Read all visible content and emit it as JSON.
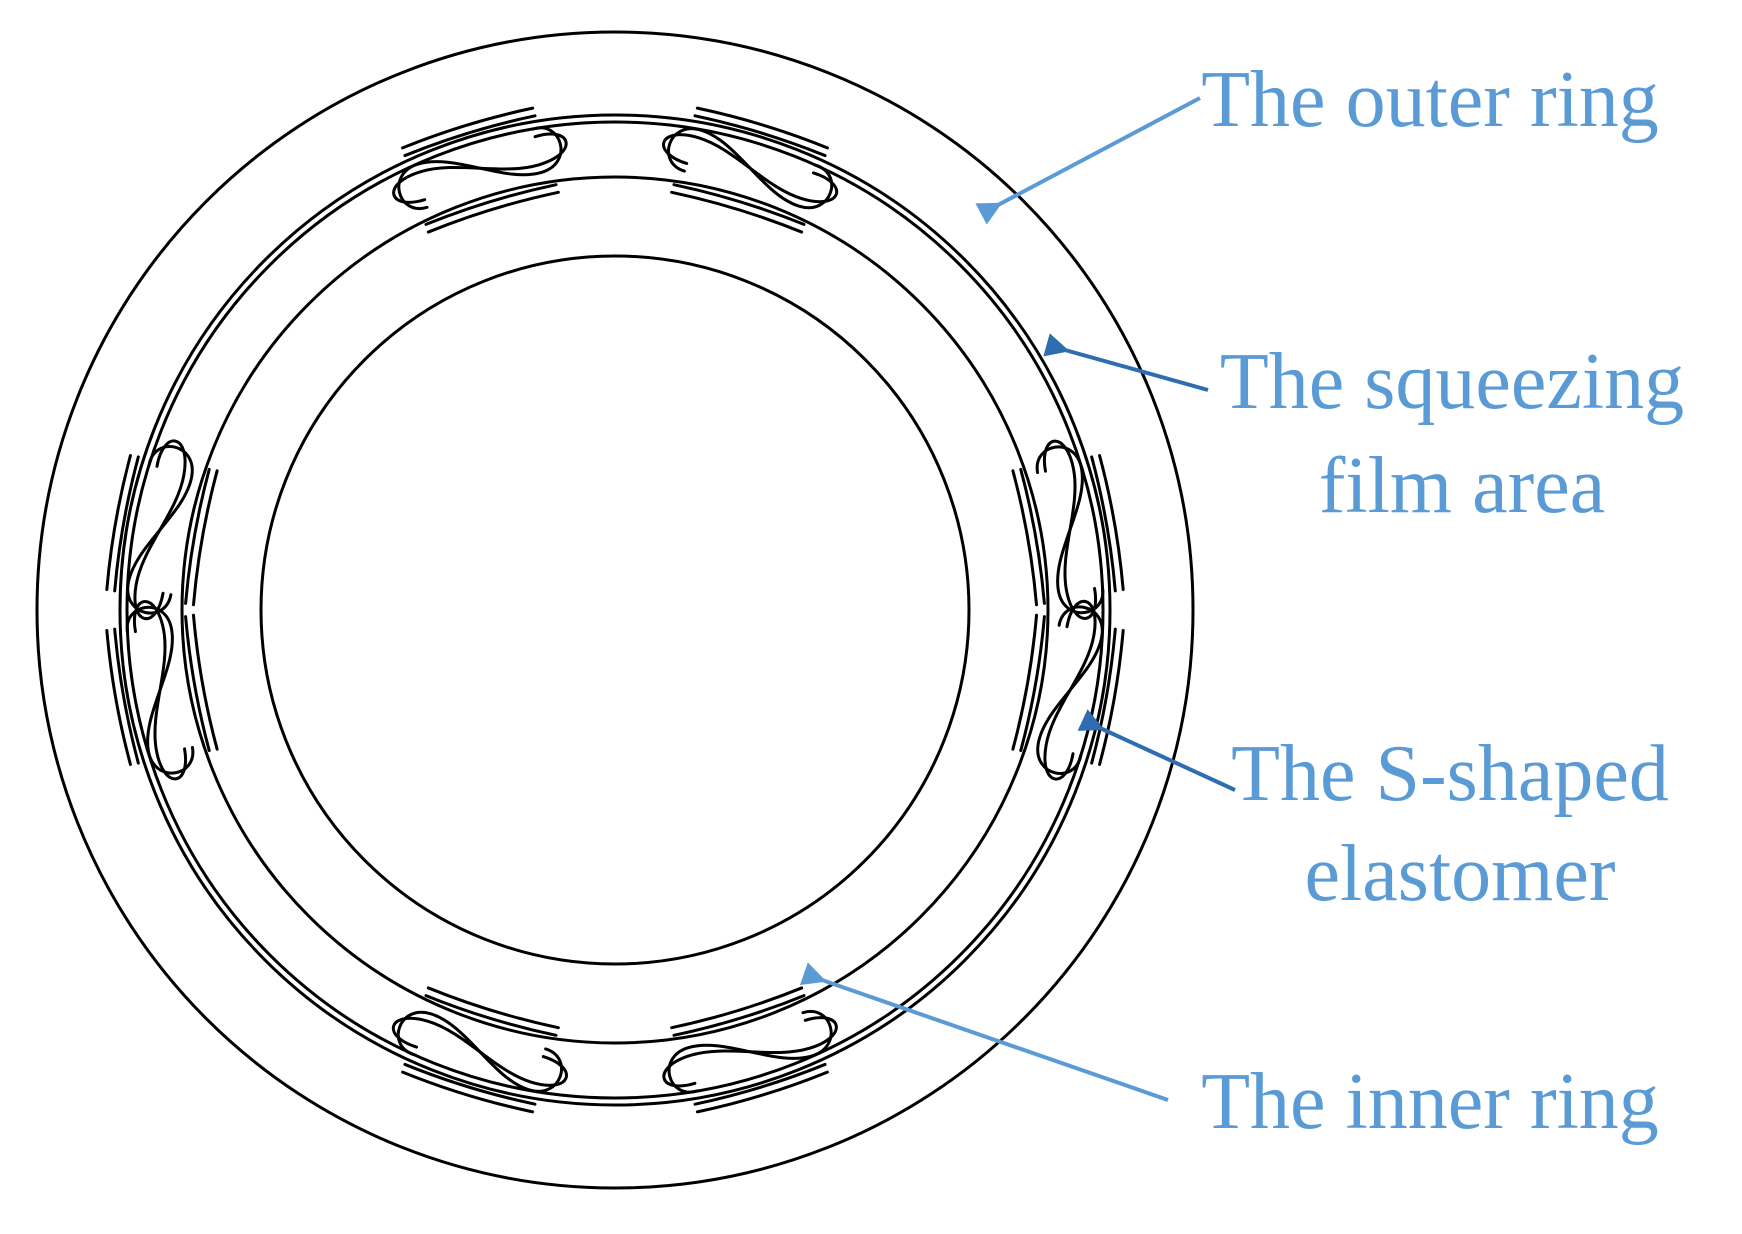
{
  "colors": {
    "label": "#5b9bd5",
    "leader_light": "#5b9bd5",
    "leader_dark": "#2e6eb0",
    "line": "#000000"
  },
  "labels": {
    "outer_ring": [
      "The outer ring"
    ],
    "squeezing_film": [
      "The squeezing",
      "film area"
    ],
    "s_elastomer": [
      "The S-shaped",
      "elastomer"
    ],
    "inner_ring": [
      "The inner ring"
    ]
  }
}
